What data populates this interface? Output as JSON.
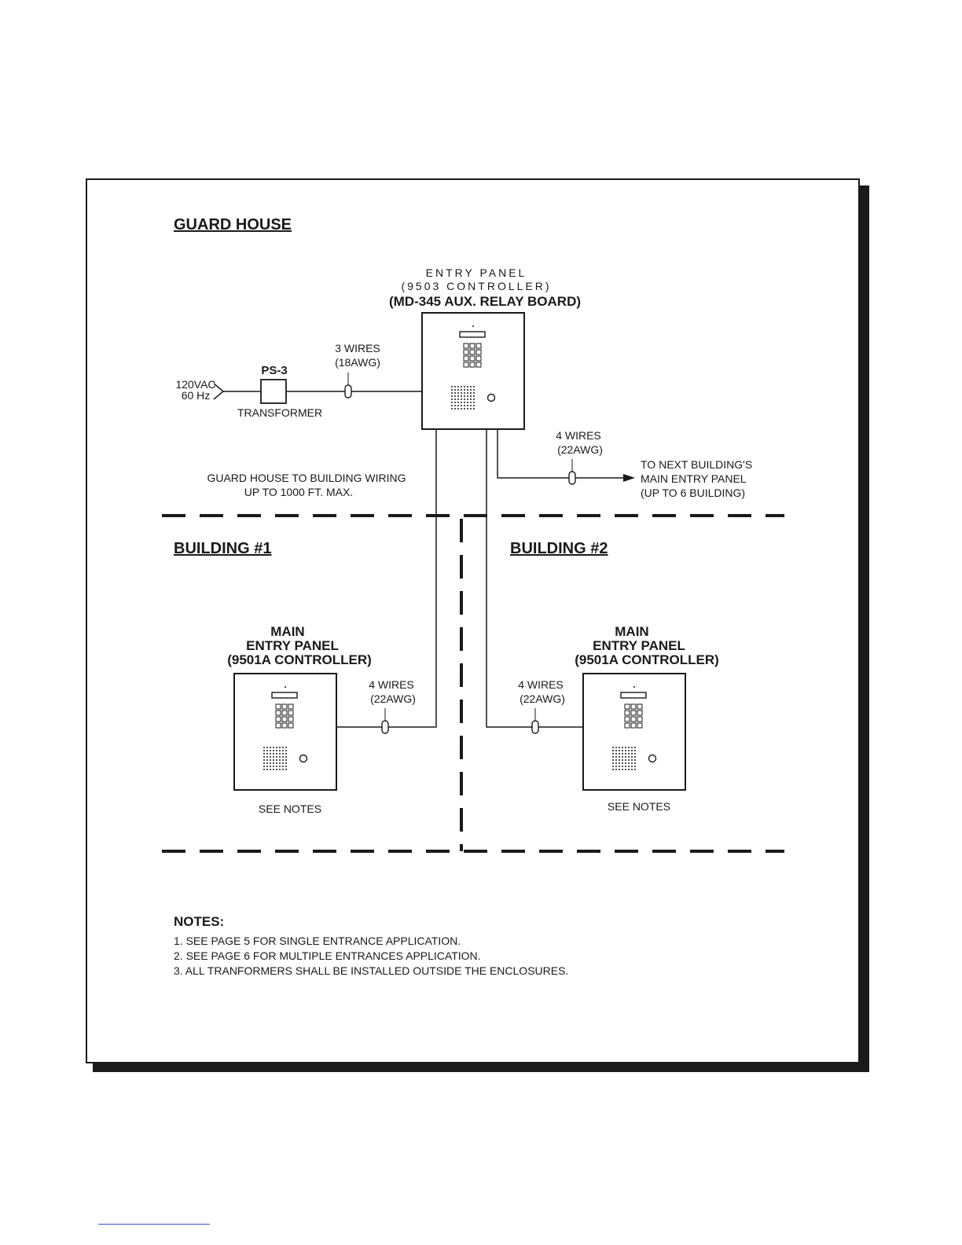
{
  "guard_house": {
    "heading": "GUARD HOUSE",
    "power_in": [
      "120VAC",
      "60 Hz"
    ],
    "ps3": {
      "label": "PS-3",
      "caption": "TRANSFORMER"
    },
    "wire_to_panel": [
      "3 WIRES",
      "(18AWG)"
    ],
    "entry_panel": [
      "ENTRY PANEL",
      "(9503 CONTROLLER)",
      "(MD-345 AUX. RELAY BOARD)"
    ],
    "wire_to_next": [
      "4 WIRES",
      "(22AWG)"
    ],
    "next_building": [
      "TO NEXT BUILDING'S",
      "MAIN ENTRY PANEL",
      "(UP  TO  6  BUILDING)"
    ],
    "wiring_note": [
      "GUARD HOUSE TO BUILDING WIRING",
      "UP TO 1000 FT. MAX."
    ]
  },
  "building1": {
    "heading": "BUILDING #1",
    "panel": [
      "MAIN",
      "ENTRY PANEL",
      "(9501A CONTROLLER)"
    ],
    "wire": [
      "4 WIRES",
      "(22AWG)"
    ],
    "see_notes": "SEE  NOTES"
  },
  "building2": {
    "heading": "BUILDING #2",
    "panel": [
      "MAIN",
      "ENTRY PANEL",
      "(9501A CONTROLLER)"
    ],
    "wire": [
      "4 WIRES",
      "(22AWG)"
    ],
    "see_notes": "SEE  NOTES"
  },
  "notes": {
    "heading": "NOTES:",
    "items": [
      "1. SEE  PAGE 5  FOR  SINGLE  ENTRANCE  APPLICATION.",
      "2. SEE  PAGE 6  FOR  MULTIPLE  ENTRANCES  APPLICATION.",
      "3. ALL  TRANFORMERS  SHALL  BE  INSTALLED  OUTSIDE  THE  ENCLOSURES."
    ]
  }
}
